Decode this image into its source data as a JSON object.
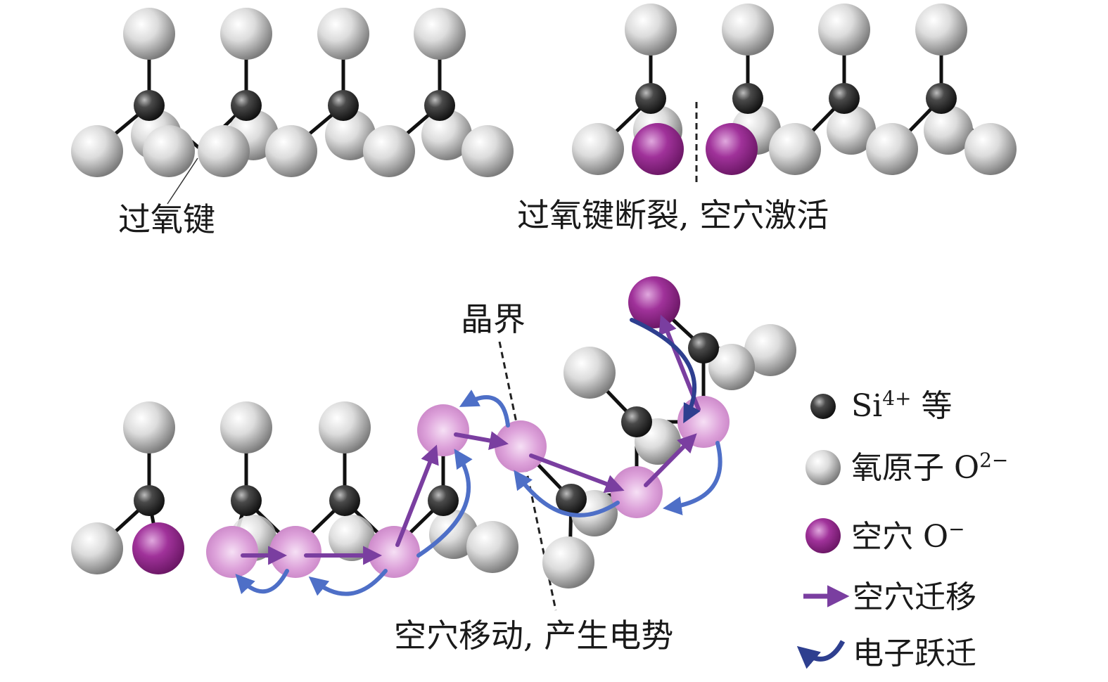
{
  "panels": {
    "top_left": {
      "label": "过氧键"
    },
    "top_right": {
      "label": "过氧键断裂, 空穴激活"
    },
    "bottom": {
      "grain_boundary_label": "晶界",
      "caption": "空穴移动, 产生电势"
    }
  },
  "legend": {
    "si": {
      "symbol": "Si",
      "superscript": "4+",
      "suffix": " 等"
    },
    "oxygen": {
      "text": "氧原子 O",
      "superscript": "2−"
    },
    "hole": {
      "text": "空穴 O",
      "superscript": "−"
    },
    "hole_migration": {
      "text": "空穴迁移"
    },
    "electron_transition": {
      "text": "电子跃迁"
    }
  },
  "colors": {
    "si_atom": "#3a3a3a",
    "oxygen_atom": "#c9c9c9",
    "hole_atom": "#a0329a",
    "hole_migrating": "#d58fd2",
    "hole_migration_arrow": "#7a3ea0",
    "electron_arrow": "#4e6fc7",
    "electron_arrow_dark": "#2e3f8f"
  }
}
